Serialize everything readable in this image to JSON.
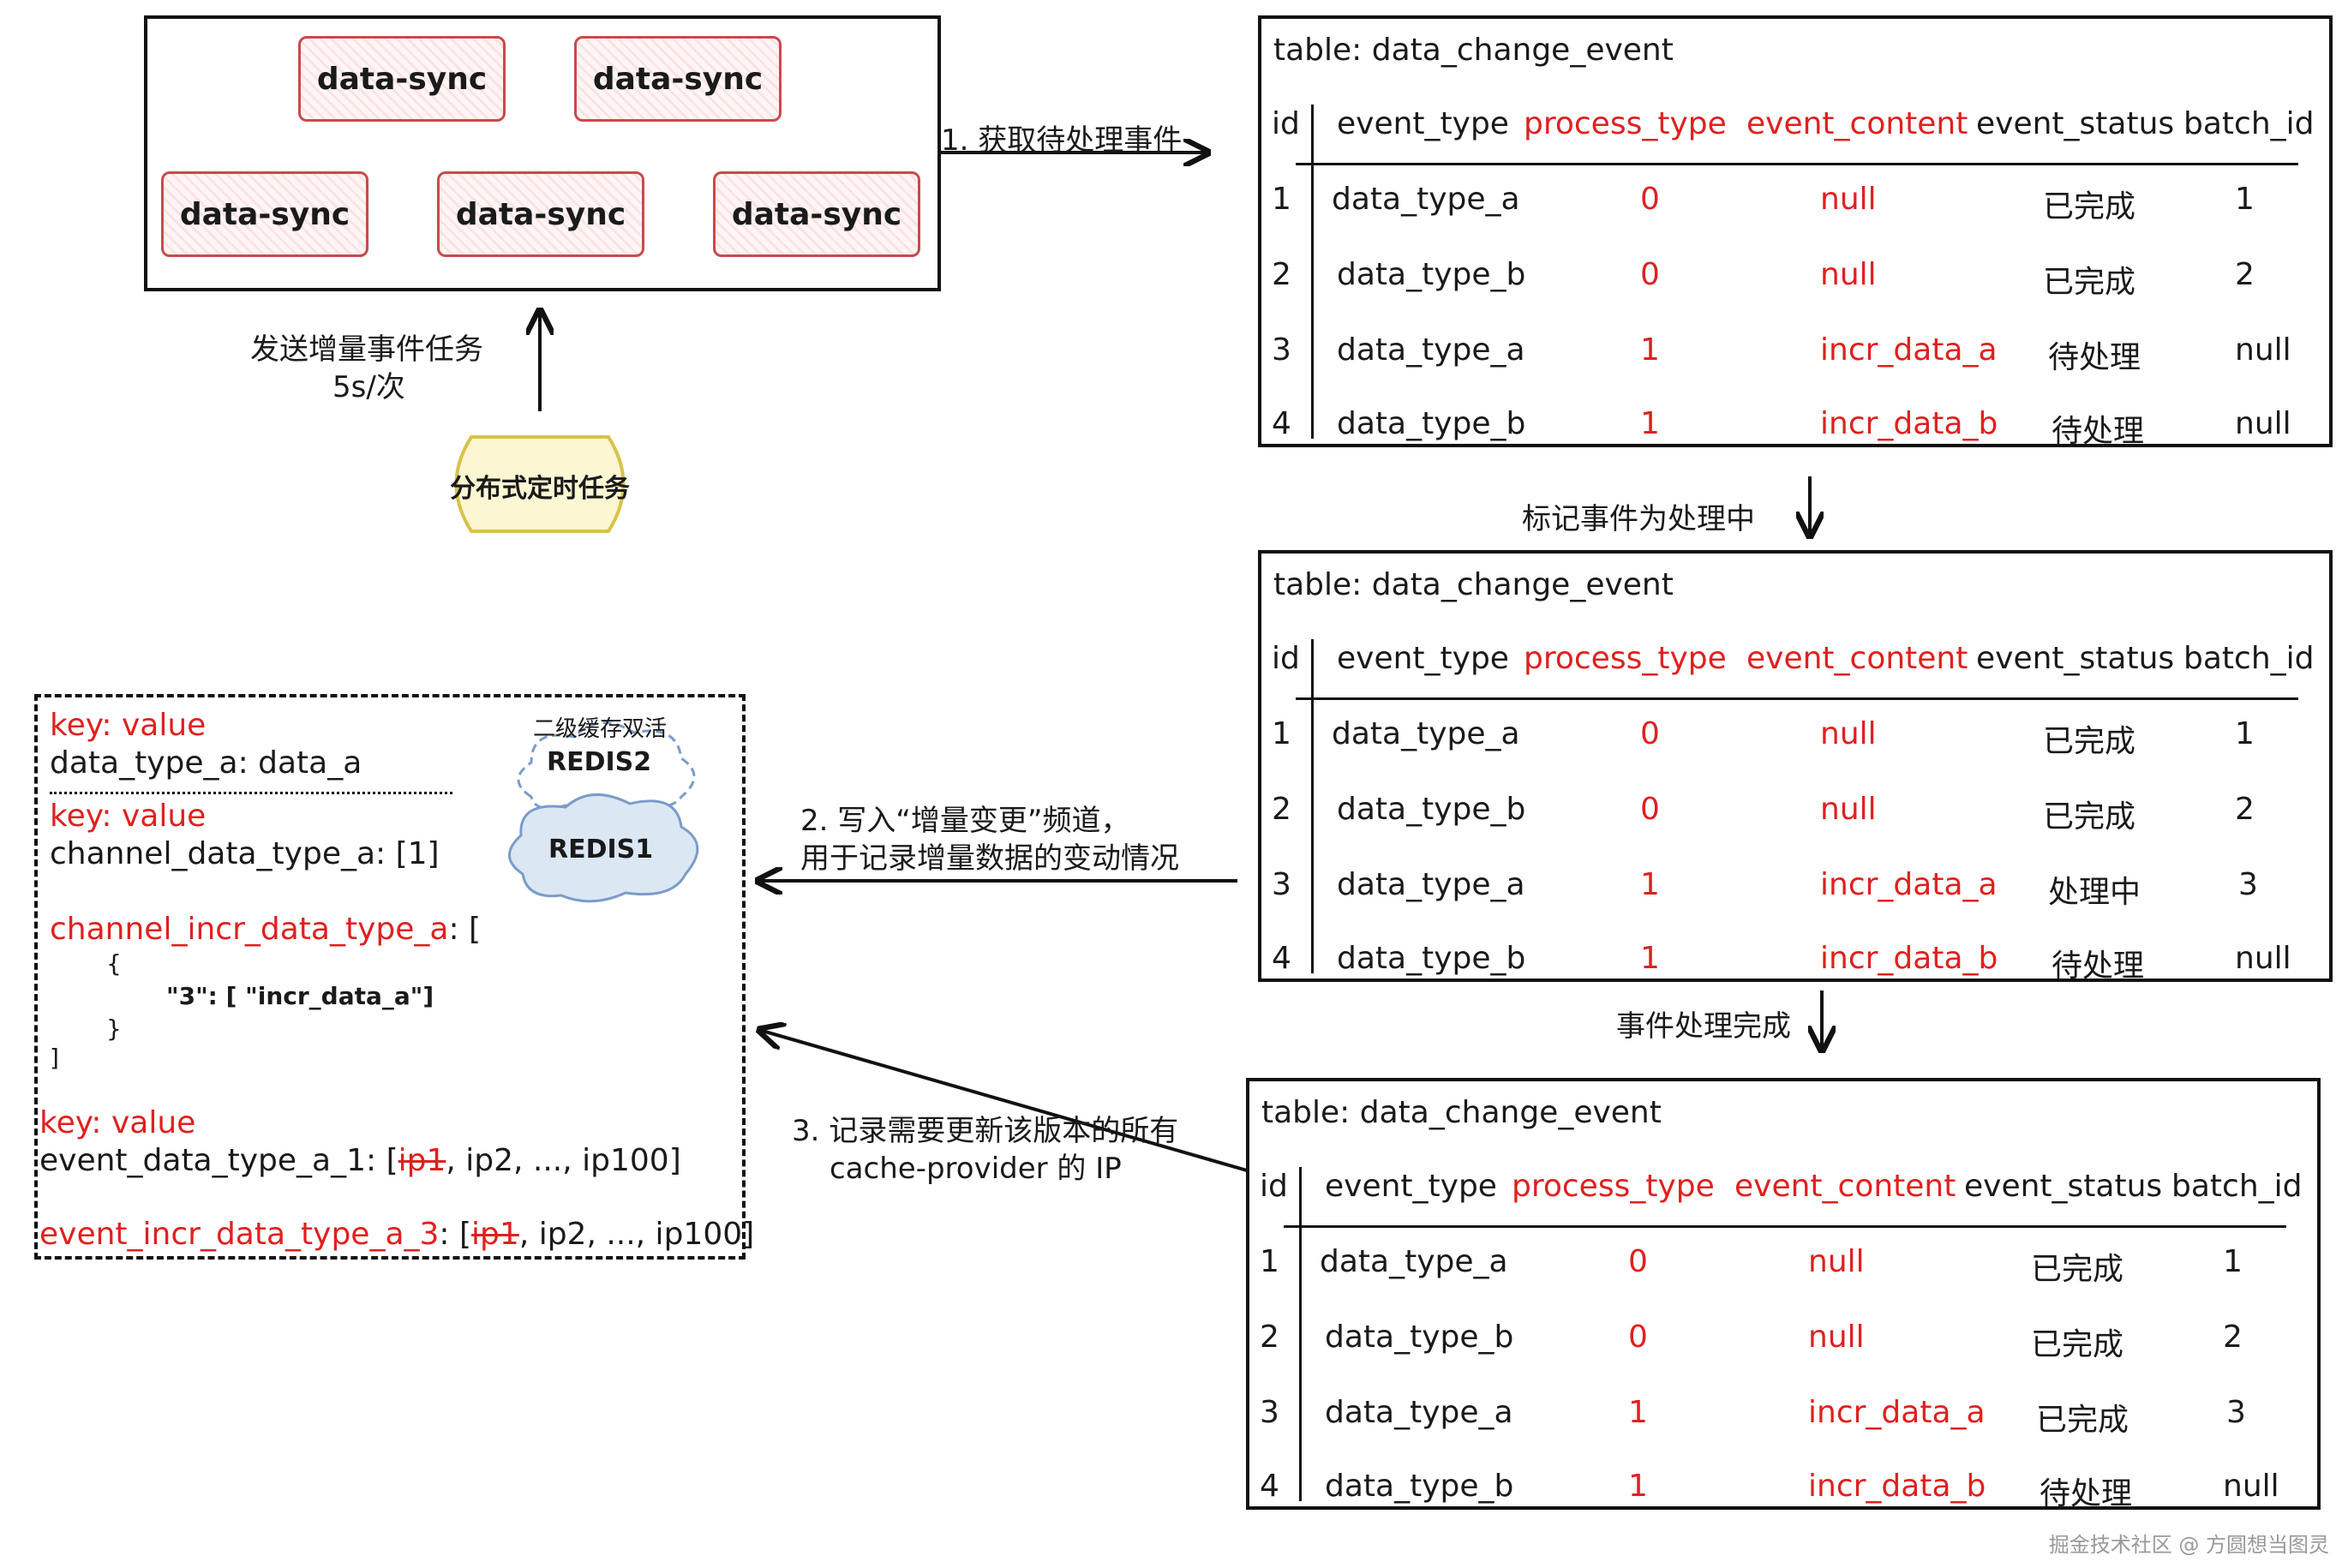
{
  "cluster": {
    "nodes": [
      "data-sync",
      "data-sync",
      "data-sync",
      "data-sync",
      "data-sync"
    ]
  },
  "scheduler": {
    "label": "分布式定时任务",
    "arrow_text_line1": "发送增量事件任务",
    "arrow_text_line2": "5s/次"
  },
  "steps": {
    "step1": "1. 获取待处理事件",
    "mark_processing": "标记事件为处理中",
    "done": "事件处理完成",
    "step2_line1": "2. 写入“增量变更”频道，",
    "step2_line2": "用于记录增量数据的变动情况",
    "step3_line1": "3. 记录需要更新该版本的所有",
    "step3_line2": "cache-provider 的 IP"
  },
  "table_headers": [
    "id",
    "event_type",
    "process_type",
    "event_content",
    "event_status",
    "batch_id"
  ],
  "tables": [
    {
      "title": "table: data_change_event",
      "rows": [
        [
          "1",
          "data_type_a",
          "0",
          "null",
          "已完成",
          "1"
        ],
        [
          "2",
          "data_type_b",
          "0",
          "null",
          "已完成",
          "2"
        ],
        [
          "3",
          "data_type_a",
          "1",
          "incr_data_a",
          "待处理",
          "null"
        ],
        [
          "4",
          "data_type_b",
          "1",
          "incr_data_b",
          "待处理",
          "null"
        ]
      ]
    },
    {
      "title": "table: data_change_event",
      "rows": [
        [
          "1",
          "data_type_a",
          "0",
          "null",
          "已完成",
          "1"
        ],
        [
          "2",
          "data_type_b",
          "0",
          "null",
          "已完成",
          "2"
        ],
        [
          "3",
          "data_type_a",
          "1",
          "incr_data_a",
          "处理中",
          "3"
        ],
        [
          "4",
          "data_type_b",
          "1",
          "incr_data_b",
          "待处理",
          "null"
        ]
      ]
    },
    {
      "title": "table: data_change_event",
      "rows": [
        [
          "1",
          "data_type_a",
          "0",
          "null",
          "已完成",
          "1"
        ],
        [
          "2",
          "data_type_b",
          "0",
          "null",
          "已完成",
          "2"
        ],
        [
          "3",
          "data_type_a",
          "1",
          "incr_data_a",
          "已完成",
          "3"
        ],
        [
          "4",
          "data_type_b",
          "1",
          "incr_data_b",
          "待处理",
          "null"
        ]
      ]
    }
  ],
  "redis": {
    "caption": "二级缓存双活",
    "redis2": "REDIS2",
    "redis1": "REDIS1",
    "block1_key": "key: value",
    "block1_value": "data_type_a: data_a",
    "block2_key": "key: value",
    "block2_value": "channel_data_type_a: [1]",
    "block3_name": "channel_incr_data_type_a",
    "block3_suffix": ": [",
    "block3_open": "{",
    "block3_entry": "\"3\":  [ \"incr_data_a\"]",
    "block3_close_brace": "}",
    "block3_close": "]",
    "block4_key": "key: value",
    "block4_name": "event_data_type_a_1: [",
    "block4_struck": "ip1",
    "block4_rest": ", ip2, ..., ip100]",
    "block5_name": "event_incr_data_type_a_3",
    "block5_colon": ": [",
    "block5_struck": "ip1",
    "block5_rest": ", ip2, ..., ip100]"
  },
  "watermark": "掘金技术社区 @ 方圆想当图灵",
  "colors": {
    "accent": "#e02020",
    "sync_border": "#c94a4a",
    "scheduler": "#e8d36a",
    "cloud": "#7a9cc9"
  }
}
